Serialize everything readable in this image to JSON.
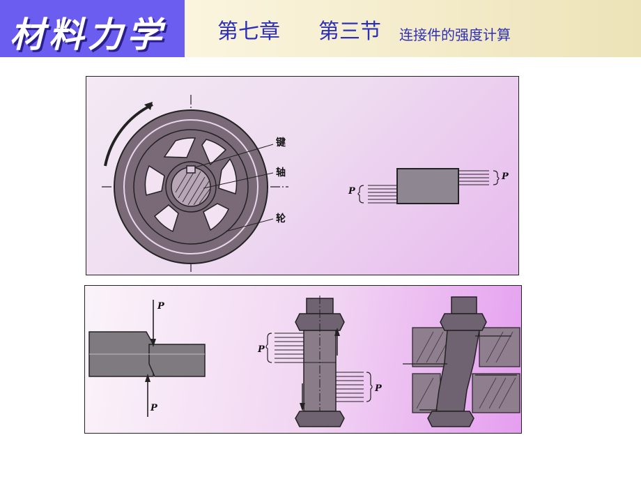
{
  "header": {
    "course_title": "材料力学",
    "chapter": "第七章",
    "section": "第三节",
    "subtitle": "连接件的强度计算"
  },
  "figure1": {
    "labels": {
      "key": "键",
      "shaft": "轴",
      "wheel": "轮"
    },
    "force_label": "P"
  },
  "figure2": {
    "force_label": "P"
  },
  "colors": {
    "title_bg": "#6b5df0",
    "header_text": "#2d2fb8",
    "part_fill": "#7a6a78"
  }
}
